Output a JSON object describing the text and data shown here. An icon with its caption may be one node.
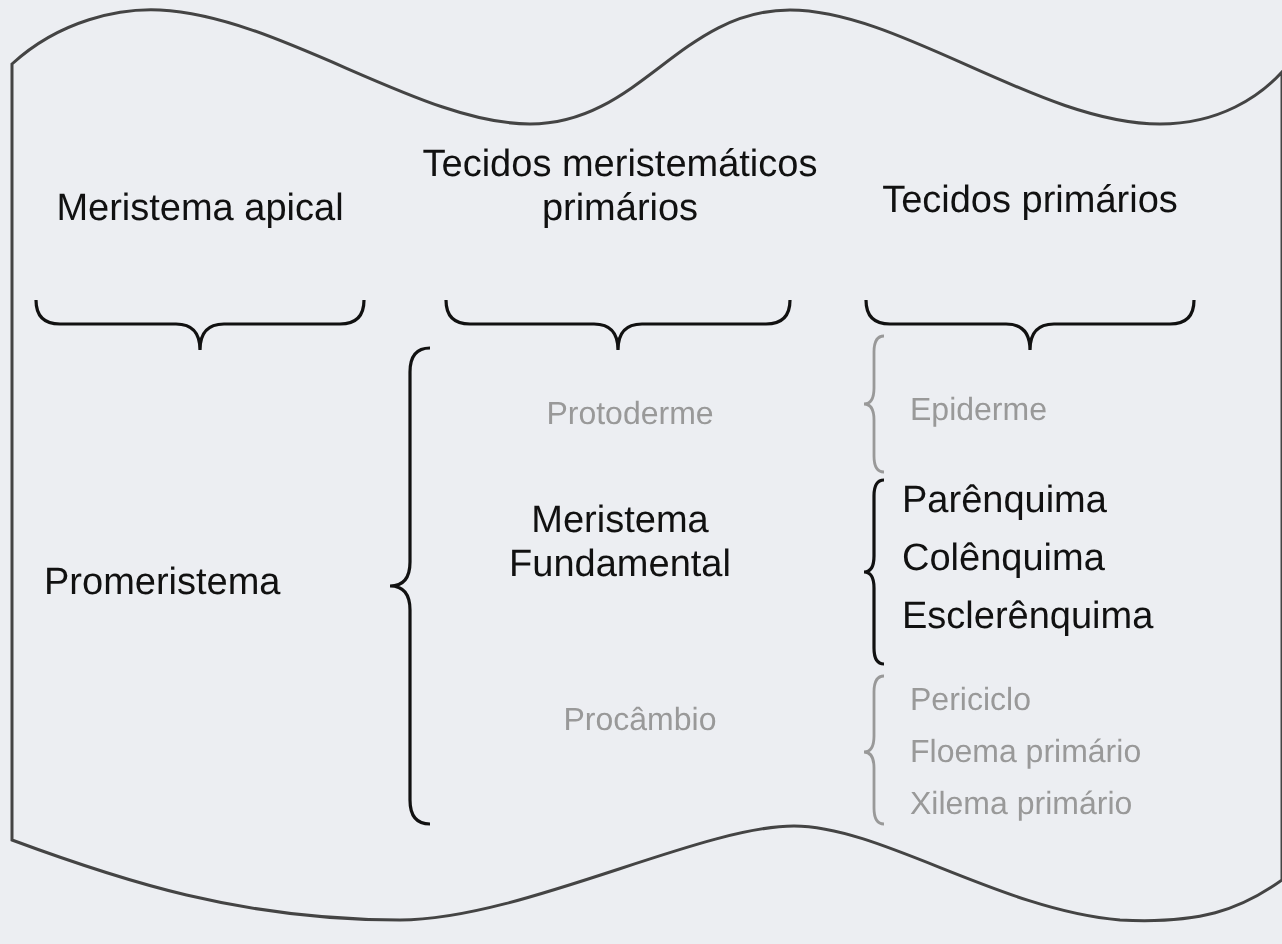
{
  "diagram": {
    "labels": [
      "Meristema apical",
      "Tecidos meristemáticos primários",
      "Tecidos primários",
      "Protoderme",
      "Epiderme",
      "Promeristema",
      "Meristema Fundamental",
      "Parênquima",
      "Colênquima",
      "Esclerênquima",
      "Procâmbio",
      "Periciclo",
      "Floema primário",
      "Xilema primário"
    ]
  }
}
